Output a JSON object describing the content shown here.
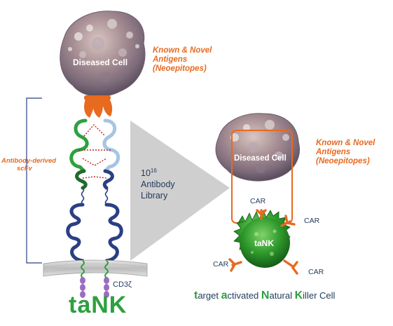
{
  "labels": {
    "diseased_cell": "Diseased Cell",
    "antigen_line1": "Known & Novel",
    "antigen_line2": "Antigens",
    "antigen_line3": "(Neoepitopes)",
    "scfv_line1": "Antibody-derived",
    "scfv_line2": "scFv",
    "library_exp": "10",
    "library_exp_sup": "16",
    "library_line2": "Antibody",
    "library_line3": "Library",
    "car": "CAR",
    "tank_cell": "taNK",
    "cd3": "CD3ζ",
    "tank_big": "taNK",
    "acronym": [
      {
        "letter": "t",
        "rest": "arget "
      },
      {
        "letter": "a",
        "rest": "ctivated "
      },
      {
        "letter": "N",
        "rest": "atural "
      },
      {
        "letter": "K",
        "rest": "iller Cell"
      }
    ]
  },
  "colors": {
    "orange": "#e86a1f",
    "green": "#2ea040",
    "dark_green": "#1f6b2a",
    "navy": "#2b3f85",
    "light_blue": "#a7c4e4",
    "purple": "#9b6cc0",
    "red_bond": "#c0202a",
    "membrane": "#c9c9c9",
    "triangle": "#cfcfcf",
    "text_navy": "#1f3a5a"
  }
}
